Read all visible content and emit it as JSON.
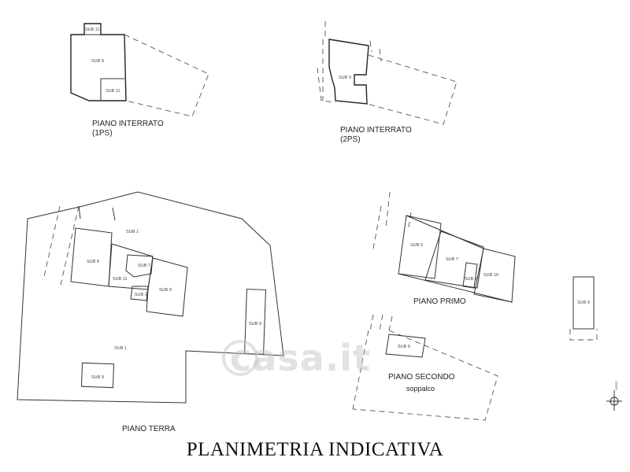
{
  "title": "PLANIMETRIA INDICATIVA",
  "watermark": "casa.it",
  "floors": {
    "interrato_1ps": "PIANO INTERRATO\n(1PS)",
    "interrato_2ps": "PIANO INTERRATO\n(2PS)",
    "terra": "PIANO TERRA",
    "primo": "PIANO PRIMO",
    "secondo": "PIANO SECONDO",
    "soppalco": "soppalco"
  },
  "units": {
    "i1_sub11_top": "SUB 11",
    "i1_sub9": "SUB 9",
    "i1_sub11_bottom": "SUB 11",
    "i2_sub9": "SUB 9",
    "t_sub1_top": "SUB 1",
    "t_sub8": "SUB 8",
    "t_sub7": "SUB 7",
    "t_sub11": "SUB 11",
    "t_sub2": "SUB 2",
    "t_sub9_room": "SUB 9",
    "t_sub9_strip": "SUB 9",
    "t_sub1_bottom": "SUB 1",
    "t_sub9_small": "SUB 9",
    "p_sub5": "SUB 5",
    "p_sub7": "SUB 7",
    "p_sub2": "SUB 2",
    "p_sub10": "SUB 10",
    "s_sub6": "SUB 6",
    "r_sub9": "SUB 9"
  },
  "north_label": "NORD"
}
